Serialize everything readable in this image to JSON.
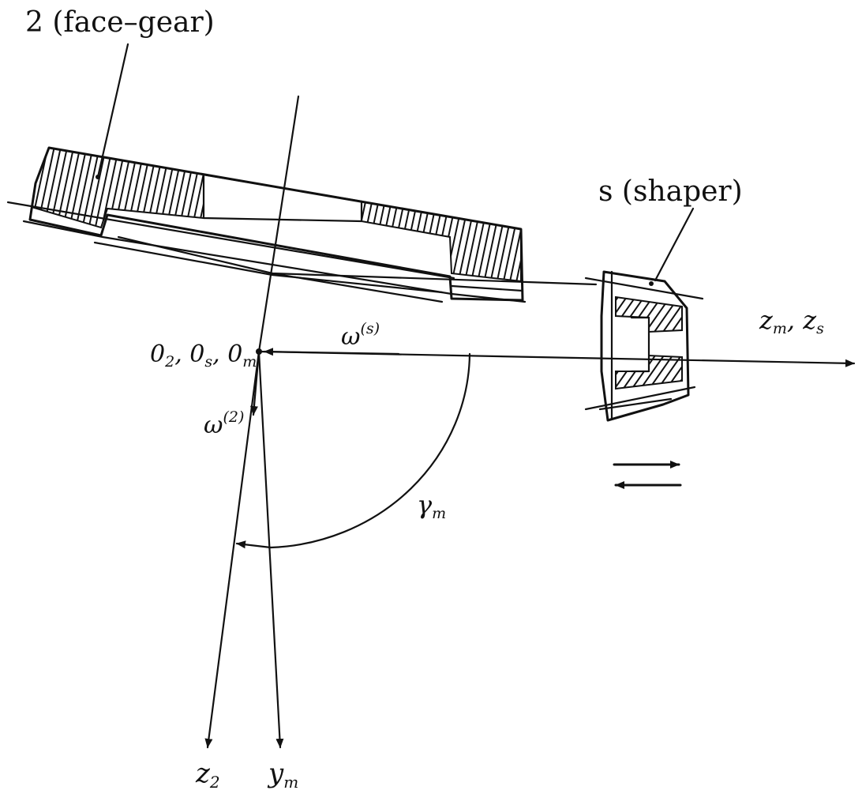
{
  "labels": {
    "face_gear": "2 (face–gear)",
    "shaper": "s (shaper)",
    "origin": {
      "o2": "0",
      "o2_sub": "2",
      "os": "0",
      "os_sub": "s",
      "om": "0",
      "om_sub": "m",
      "sep": ", "
    },
    "omega_s": {
      "base": "ω",
      "sup": "(s)"
    },
    "omega_2": {
      "base": "ω",
      "sup": "(2)"
    },
    "axis_zm_zs": {
      "zm": "z",
      "zm_sub": "m",
      "sep": ", ",
      "zs": "z",
      "zs_sub": "s"
    },
    "gamma_m": {
      "base": "γ",
      "sub": "m"
    },
    "axis_z2": {
      "base": "z",
      "sub": "2"
    },
    "axis_ym": {
      "base": "y",
      "sub": "m"
    }
  }
}
